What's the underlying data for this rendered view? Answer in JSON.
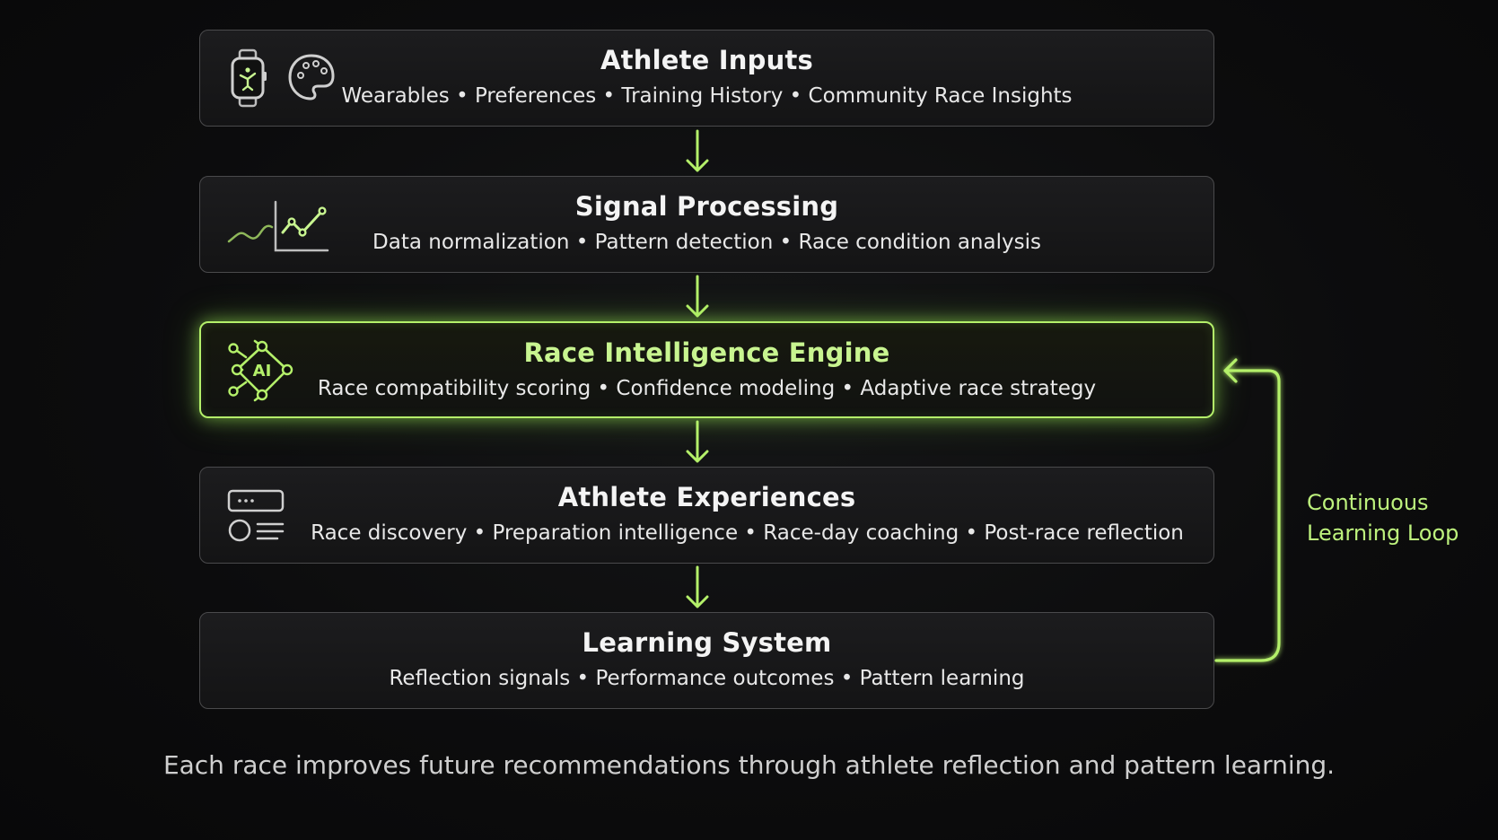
{
  "stages": [
    {
      "title": "Athlete Inputs",
      "subtitle": "Wearables • Preferences • Training History • Community Race Insights",
      "icons": [
        "smartwatch-icon",
        "palette-icon"
      ]
    },
    {
      "title": "Signal Processing",
      "subtitle": "Data normalization • Pattern detection • Race condition analysis",
      "icons": [
        "line-chart-icon"
      ]
    },
    {
      "title": "Race Intelligence Engine",
      "subtitle": "Race compatibility scoring • Confidence modeling • Adaptive race strategy",
      "icons": [
        "ai-network-icon"
      ],
      "icon_text": "AI"
    },
    {
      "title": "Athlete Experiences",
      "subtitle": "Race discovery • Preparation intelligence • Race-day coaching • Post-race reflection",
      "icons": [
        "interface-icon"
      ]
    },
    {
      "title": "Learning System",
      "subtitle": "Reflection signals • Performance outcomes • Pattern learning",
      "icons": []
    }
  ],
  "loop": {
    "label_line1": "Continuous",
    "label_line2": "Learning Loop"
  },
  "caption": "Each race improves future recommendations through athlete reflection and pattern learning.",
  "colors": {
    "accent": "#b4f06a",
    "background": "#0b0b0c",
    "box_border": "#4a4a4c"
  }
}
